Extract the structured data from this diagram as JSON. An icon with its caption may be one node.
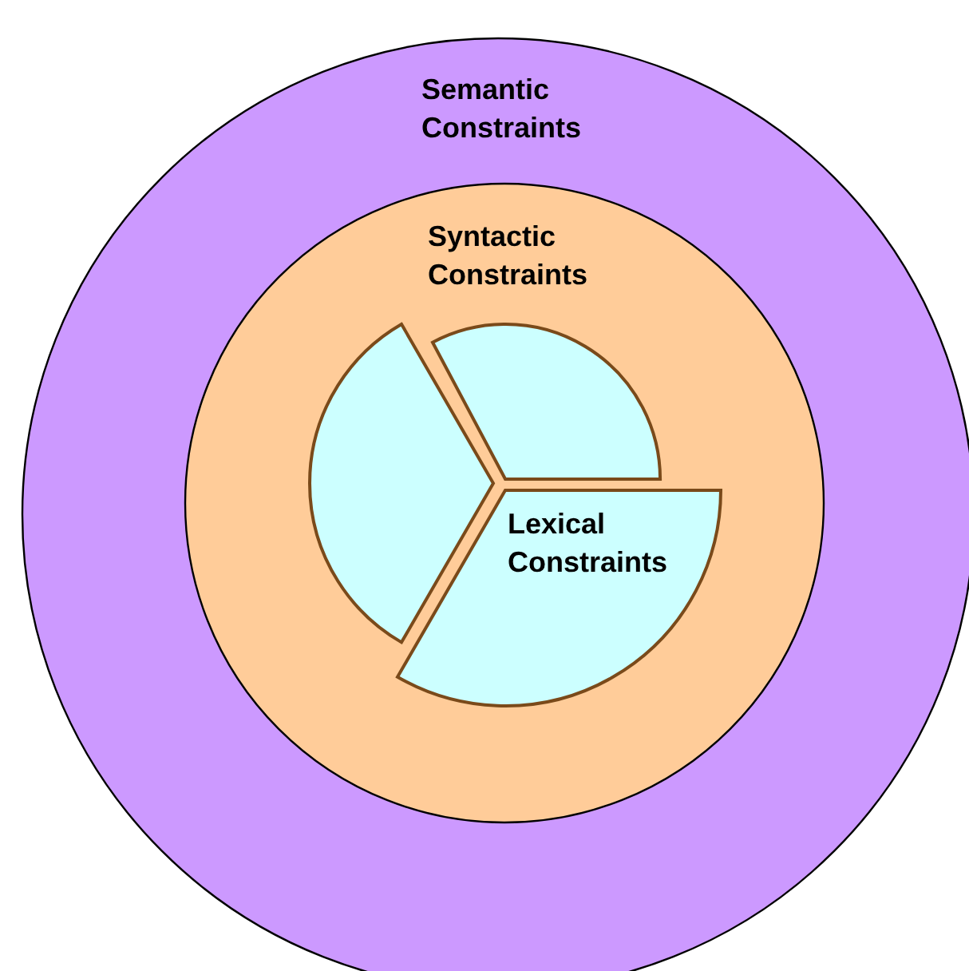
{
  "diagram": {
    "nodes": [
      {
        "text": [
          "Semantic Constraints"
        ]
      },
      {
        "text": [
          "Syntactic Constraints"
        ],
        "in": 0
      },
      {
        "text": [],
        "shape": "slice",
        "in": 1
      },
      {
        "text": [],
        "shape": "slice",
        "in": 1
      },
      {
        "text": [
          "Lexical Constraints"
        ],
        "in": 1
      }
    ]
  }
}
